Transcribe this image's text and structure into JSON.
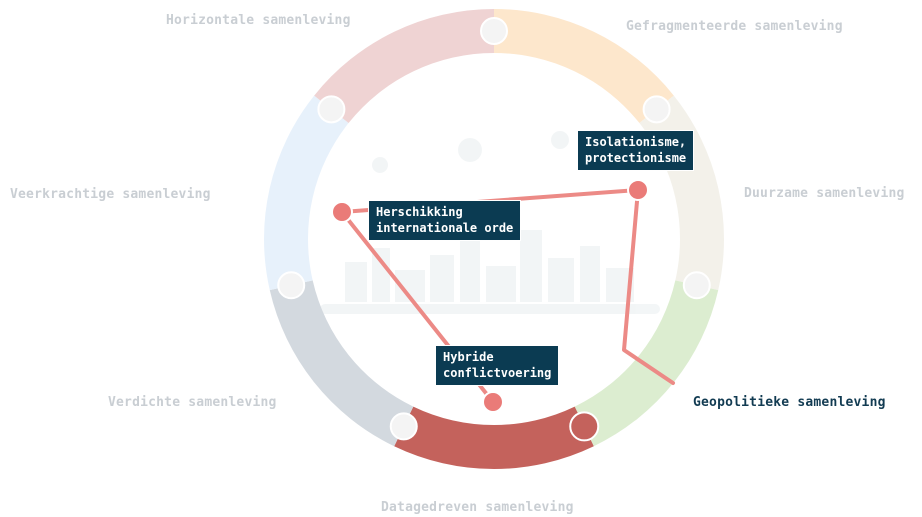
{
  "segments": [
    {
      "label": "Horizontale samenleving",
      "color": "#fde7cc",
      "active": false
    },
    {
      "label": "Gefragmenteerde samenleving",
      "color": "#f3f1ea",
      "active": false
    },
    {
      "label": "Duurzame samenleving",
      "color": "#dcedd0",
      "active": false
    },
    {
      "label": "Geopolitieke samenleving",
      "color": "#c4625c",
      "active": true
    },
    {
      "label": "Datagedreven samenleving",
      "color": "#d3d9df",
      "active": false
    },
    {
      "label": "Verdichte samenleving",
      "color": "#e7f1fb",
      "active": false
    },
    {
      "label": "Veerkrachtige samenleving",
      "color": "#efd3d3",
      "active": false
    }
  ],
  "callouts": {
    "isolationism": "Isolationisme,\nprotectionisme",
    "reorder": "Herschikking\ninternationale orde",
    "hybrid": "Hybride\nconflictvoering"
  },
  "colors": {
    "path": "#ec8a86",
    "point": "#ea7b78",
    "active_marker": "#c4625c",
    "inactive_marker": "#f4f4f4",
    "callout_bg": "#0b3b52"
  }
}
